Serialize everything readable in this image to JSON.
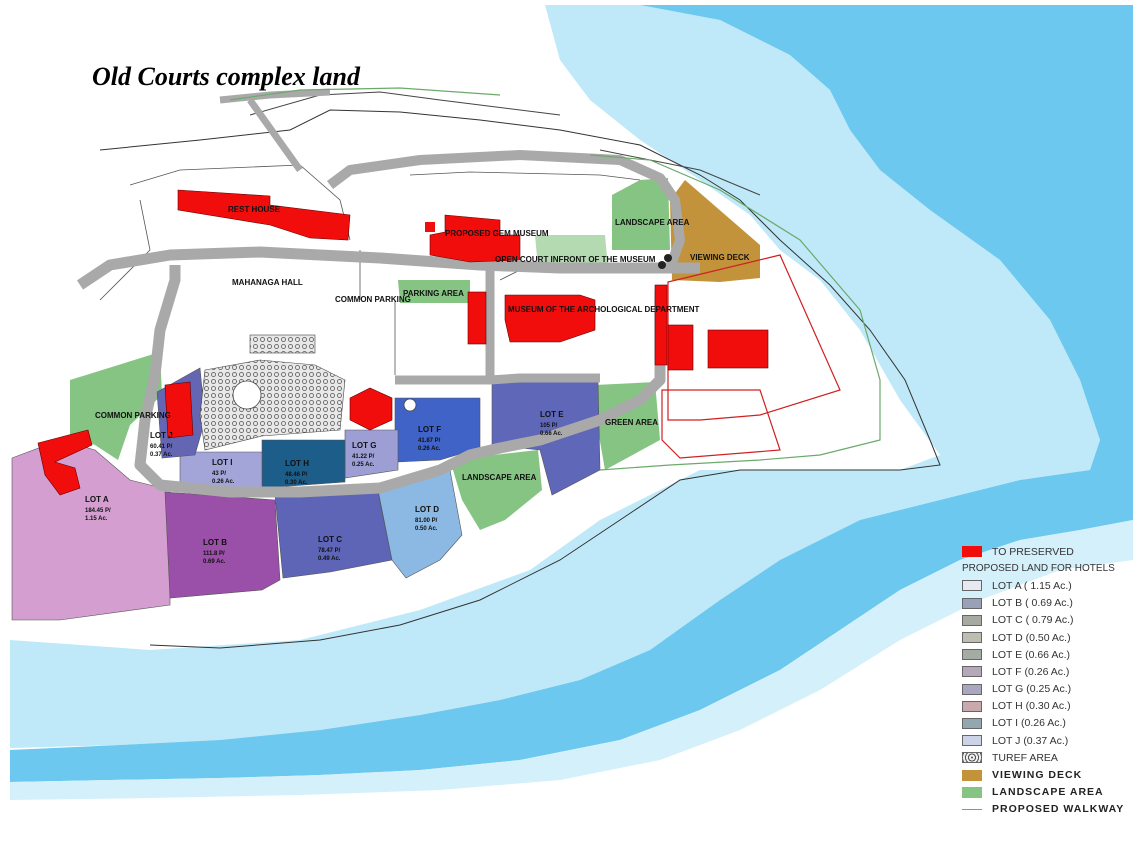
{
  "title": "Old Courts complex land",
  "colors": {
    "sea": "#6cc8ee",
    "sea_light": "#bfe9f8",
    "road": "#a9a9a9",
    "preserved": "#f20d0d",
    "viewing_deck": "#c2933a",
    "landscape": "#86c484",
    "walkway": "#6aaa6a",
    "lot_a": "#d49fd0",
    "lot_b": "#9a4fa8",
    "lot_c": "#5e64b6",
    "lot_d": "#8cb8e4",
    "lot_e": "#5f67b8",
    "lot_f": "#3f63c6",
    "lot_g": "#9d9ed4",
    "lot_h": "#1d5d8a",
    "lot_i": "#a3a5d8",
    "lot_j": "#6466b4"
  },
  "map_labels": {
    "rest_house": "REST HOUSE",
    "gem_museum": "PROPOSED GEM MUSEUM",
    "open_court": "OPEN COURT INFRONT OF THE MUSEUM",
    "landscape_area_top": "LANDSCAPE AREA",
    "viewing_deck": "VIEWING DECK",
    "mahanaga_hall": "MAHANAGA HALL",
    "common_parking_top": "COMMON PARKING",
    "parking_area": "PARKING AREA",
    "archaeological_museum": "MUSEUM OF THE ARCHOLOGICAL DEPARTMENT",
    "common_parking_left": "COMMON PARKING",
    "green_area": "GREEN AREA",
    "landscape_area_bottom": "LANDSCAPE AREA"
  },
  "lots": [
    {
      "id": "lot_a",
      "label": "LOT A",
      "perches": "184.45 P/",
      "acres": "1.15 Ac."
    },
    {
      "id": "lot_b",
      "label": "LOT B",
      "perches": "111.8 P/",
      "acres": "0.69 Ac."
    },
    {
      "id": "lot_c",
      "label": "LOT C",
      "perches": "78.47 P/",
      "acres": "0.49 Ac."
    },
    {
      "id": "lot_d",
      "label": "LOT D",
      "perches": "81.00 P/",
      "acres": "0.50 Ac."
    },
    {
      "id": "lot_e",
      "label": "LOT E",
      "perches": "105 P/",
      "acres": "0.66 Ac."
    },
    {
      "id": "lot_f",
      "label": "LOT F",
      "perches": "41.87 P/",
      "acres": "0.26 Ac."
    },
    {
      "id": "lot_g",
      "label": "LOT G",
      "perches": "41.22 P/",
      "acres": "0.25 Ac."
    },
    {
      "id": "lot_h",
      "label": "LOT H",
      "perches": "48.46 P/",
      "acres": "0.30 Ac."
    },
    {
      "id": "lot_i",
      "label": "LOT I",
      "perches": "43 P/",
      "acres": "0.26 Ac."
    },
    {
      "id": "lot_j",
      "label": "LOT J",
      "perches": "60.41 P/",
      "acres": "0.37 Ac."
    }
  ],
  "legend": {
    "preserved": "TO PRESERVED",
    "proposed_heading": "PROPOSED LAND FOR HOTELS",
    "lots": [
      {
        "text": "LOT A ( 1.15 Ac.)",
        "swatch": "#e6e9f2"
      },
      {
        "text": "LOT B ( 0.69 Ac.)",
        "swatch": "#9aa0b8"
      },
      {
        "text": "LOT C ( 0.79 Ac.)",
        "swatch": "#a7aaa0"
      },
      {
        "text": "LOT D (0.50 Ac.)",
        "swatch": "#bdbdb0"
      },
      {
        "text": "LOT E (0.66 Ac.)",
        "swatch": "#a4aaa4"
      },
      {
        "text": "LOT F (0.26 Ac.)",
        "swatch": "#b5a8b8"
      },
      {
        "text": "LOT G (0.25 Ac.)",
        "swatch": "#a9a7bf"
      },
      {
        "text": "LOT H (0.30 Ac.)",
        "swatch": "#c9a9ae"
      },
      {
        "text": "LOT I (0.26 Ac.)",
        "swatch": "#94a6ae"
      },
      {
        "text": "LOT J (0.37 Ac.)",
        "swatch": "#ccd3e6"
      }
    ],
    "turf": "TUREF AREA",
    "viewing_deck": "VIEWING DECK",
    "landscape": "LANDSCAPE AREA",
    "walkway": "PROPOSED WALKWAY"
  }
}
